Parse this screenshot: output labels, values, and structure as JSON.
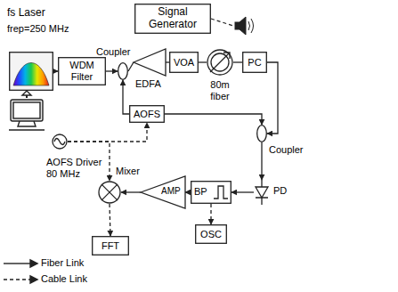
{
  "diagram": {
    "nodes": [
      {
        "text": [
          "fs Laser",
          "frep=250 MHz"
        ]
      },
      {
        "text": [
          "WDM Filter"
        ]
      },
      {
        "text": [
          "Coupler"
        ]
      },
      {
        "text": [
          "EDFA"
        ]
      },
      {
        "text": [
          "VOA"
        ]
      },
      {
        "text": [
          "80m fiber"
        ]
      },
      {
        "text": [
          "Signal Generator"
        ]
      },
      {
        "text": [
          "PC"
        ]
      },
      {
        "text": [
          "AOFS"
        ]
      },
      {
        "text": [
          "Coupler"
        ]
      },
      {
        "text": [
          "PD"
        ]
      },
      {
        "text": [
          "BP"
        ]
      },
      {
        "text": [
          "AMP"
        ]
      },
      {
        "text": [
          "Mixer"
        ]
      },
      {
        "text": [
          "AOFS Driver 80 MHz"
        ]
      },
      {
        "text": [
          "FFT"
        ]
      },
      {
        "text": [
          "OSC"
        ]
      }
    ],
    "edges": [
      {
        "from": 0,
        "to": 1,
        "arrow": "to"
      },
      {
        "from": 1,
        "to": 2,
        "arrow": "to"
      },
      {
        "from": 2,
        "to": 3,
        "arrow": "none"
      },
      {
        "from": 4,
        "to": 3,
        "arrow": "none"
      },
      {
        "from": 5,
        "to": 4,
        "arrow": "none"
      },
      {
        "from": 7,
        "to": 5,
        "arrow": "none"
      },
      {
        "from": 7,
        "to": 9,
        "arrow": "to"
      },
      {
        "from": 8,
        "to": 2,
        "arrow": "to"
      },
      {
        "from": 8,
        "to": 9,
        "arrow": "to"
      },
      {
        "from": 9,
        "to": 10,
        "arrow": "to"
      },
      {
        "from": 10,
        "to": 11,
        "arrow": "to"
      },
      {
        "from": 11,
        "to": 12,
        "arrow": "to"
      },
      {
        "from": 12,
        "to": 13,
        "arrow": "to"
      },
      {
        "from": 13,
        "to": 15,
        "arrow": "to"
      },
      {
        "from": 11,
        "to": 16,
        "arrow": "to"
      },
      {
        "from": 14,
        "to": 8,
        "arrow": "to"
      },
      {
        "from": 14,
        "to": 13,
        "arrow": "to"
      }
    ],
    "legend": [
      {
        "text": "Fiber Link"
      },
      {
        "text": "Cable Link"
      }
    ]
  }
}
